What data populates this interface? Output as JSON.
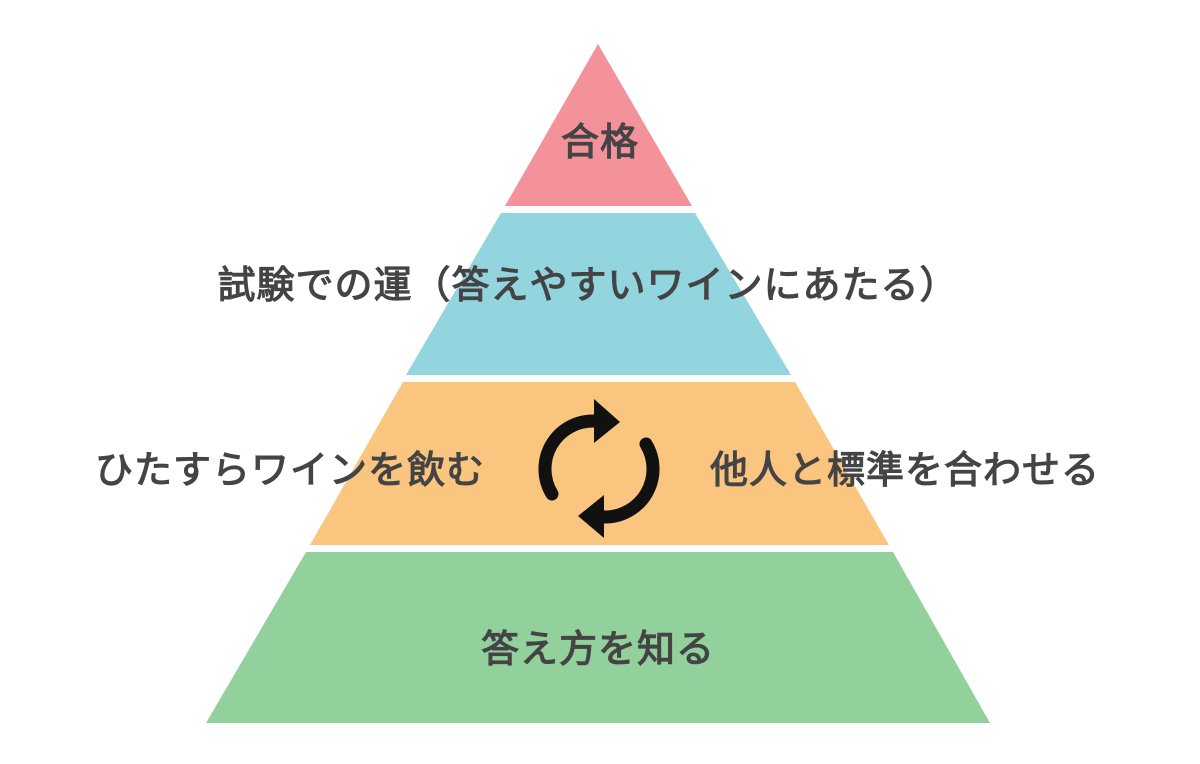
{
  "tiers": [
    {
      "id": "top",
      "labels": [
        "合格"
      ],
      "color": "#f4929c"
    },
    {
      "id": "tier2",
      "labels": [
        "試験での運（答えやすいワインにあたる）"
      ],
      "color": "#92d5de"
    },
    {
      "id": "tier3",
      "labels": [
        "ひたすらワインを飲む",
        "他人と標準を合わせる"
      ],
      "color": "#f9c57f",
      "icon": "cycle-arrows-icon"
    },
    {
      "id": "bottom",
      "labels": [
        "答え方を知る"
      ],
      "color": "#92d09c"
    }
  ],
  "text_color": "#444444"
}
